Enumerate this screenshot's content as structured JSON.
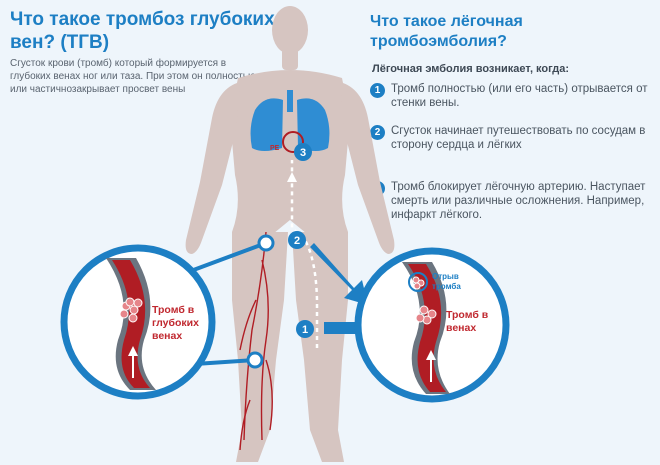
{
  "left_panel": {
    "title": "Что такое тромбоз глубоких вен? (ТГВ)",
    "description": "Сгусток крови (тромб) который формируется в глубоких венах ног или таза. При этом он полностью или частичнозакрывает просвет вены"
  },
  "right_panel": {
    "title": "Что такое лёгочная тромбоэмболия?",
    "intro": "Лёгочная эмболия возникает, когда:",
    "steps": [
      {
        "number": "1",
        "text": "Тромб полностью (или его часть) отрывается от стенки вены."
      },
      {
        "number": "2",
        "text": "Сгусток начинает путешествовать по сосудам в сторону сердца и лёгких"
      },
      {
        "number": "3",
        "text": "Тромб блокирует лёгочную артерию. Наступает смерть или различные осложнения. Например, инфаркт лёгкого."
      }
    ]
  },
  "figure": {
    "pe_label": "PE",
    "marker_1": "1",
    "marker_2": "2",
    "marker_3": "3"
  },
  "left_inset": {
    "label_line1": "Тромб в",
    "label_line2": "глубоких",
    "label_line3": "венах"
  },
  "right_inset": {
    "detach_line1": "Отрыв",
    "detach_line2": "тромба",
    "label_line1": "Тромб в",
    "label_line2": "венах"
  },
  "colors": {
    "accent_blue": "#1d7fc4",
    "body": "#d6c5c1",
    "vein_red": "#b01d24",
    "lung_blue": "#2f8dd3",
    "label_red": "#c0282f"
  }
}
